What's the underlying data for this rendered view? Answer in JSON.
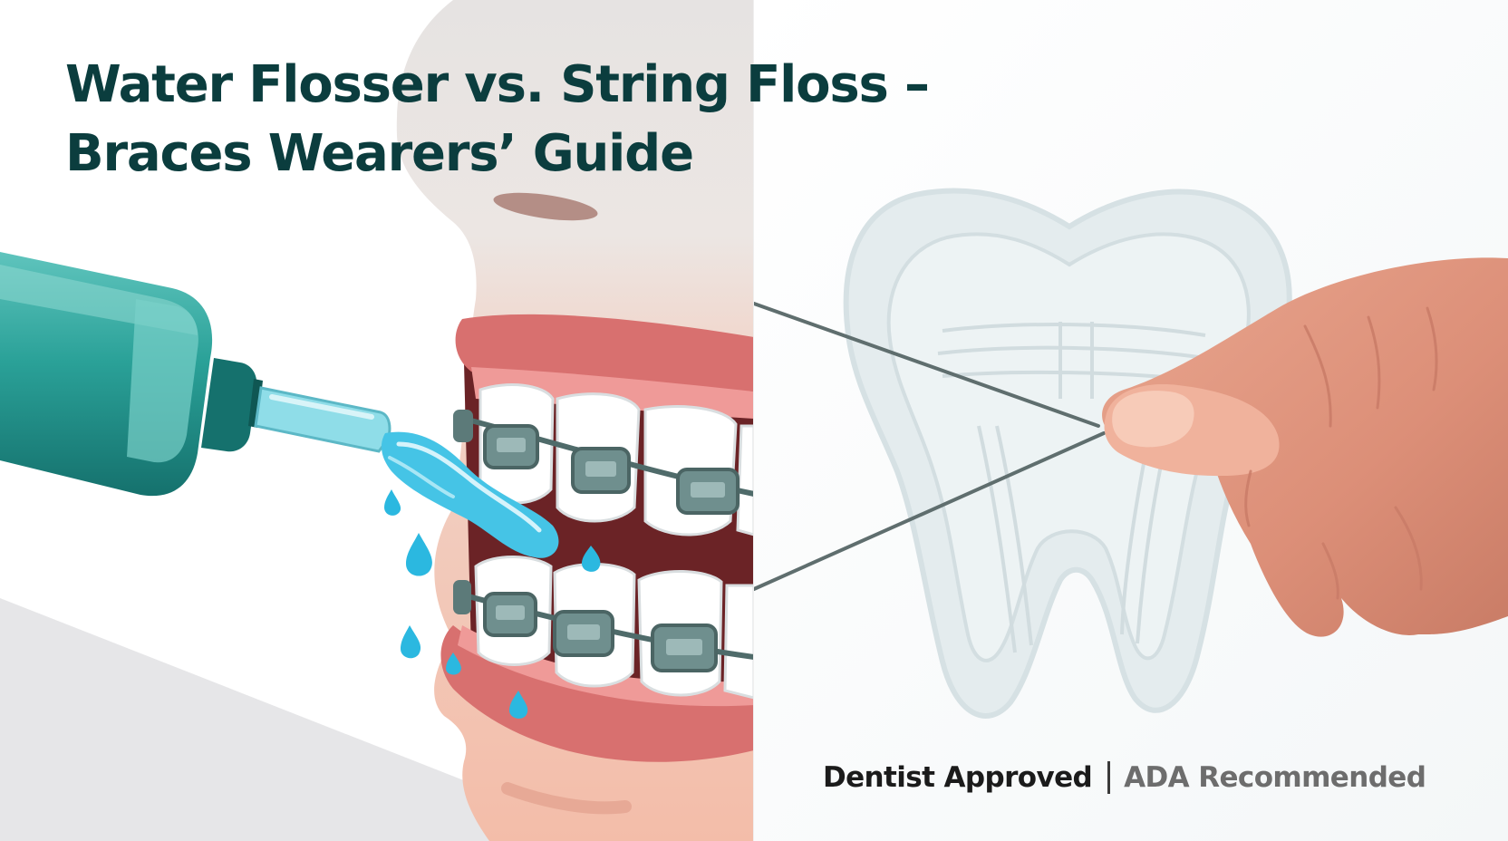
{
  "headline": {
    "line1": "Water Flosser vs. String Floss –",
    "line2": "Braces Wearers’ Guide"
  },
  "badges": {
    "primary": "Dentist Approved",
    "secondary": "ADA Recommended"
  },
  "palette": {
    "headline_text": "#0b3d3e",
    "flosser_teal": "#2aa198",
    "water_blue": "#45c4e6",
    "gum_pink": "#d8706f",
    "skin": "#e9a68f",
    "tooth_ghost": "#e4ecee"
  },
  "icons": {
    "left_panel": "water-flosser-on-braces-illustration",
    "right_panel": "string-floss-around-tooth-illustration"
  }
}
